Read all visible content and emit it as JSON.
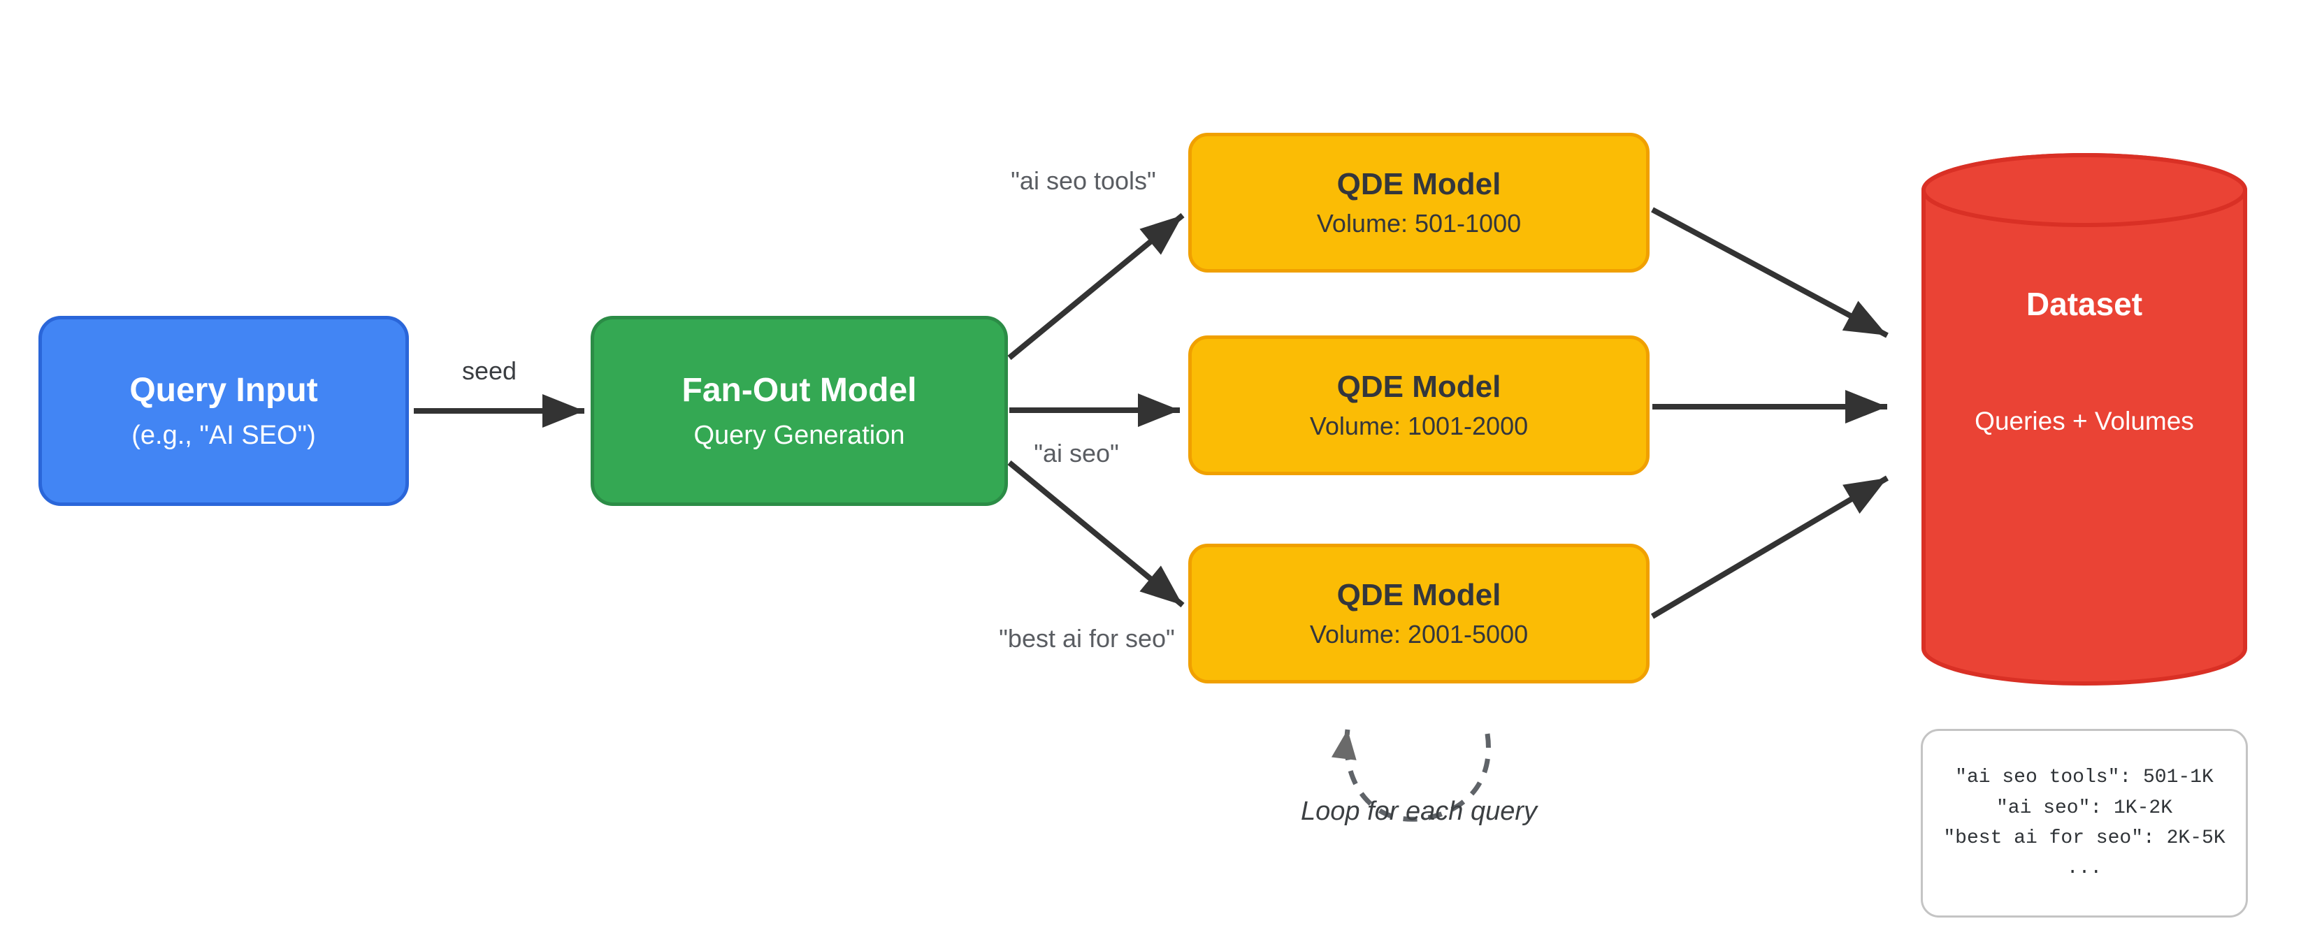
{
  "nodes": {
    "query_input": {
      "title": "Query Input",
      "subtitle": "(e.g., \"AI SEO\")"
    },
    "fan_out": {
      "title": "Fan-Out Model",
      "subtitle": "Query Generation"
    },
    "qde_1": {
      "title": "QDE Model",
      "subtitle": "Volume: 501-1000"
    },
    "qde_2": {
      "title": "QDE Model",
      "subtitle": "Volume: 1001-2000"
    },
    "qde_3": {
      "title": "QDE Model",
      "subtitle": "Volume: 2001-5000"
    },
    "dataset": {
      "title": "Dataset",
      "subtitle": "Queries + Volumes"
    }
  },
  "edge_labels": {
    "seed": "seed",
    "to_qde_1": "\"ai seo tools\"",
    "to_qde_2": "\"ai seo\"",
    "to_qde_3": "\"best ai for seo\""
  },
  "loop_note": "Loop for each query",
  "dataset_sample": {
    "lines": [
      "\"ai seo tools\": 501-1K",
      "\"ai seo\": 1K-2K",
      "\"best ai for seo\": 2K-5K",
      "..."
    ]
  },
  "colors": {
    "query_input_fill": "#4285F4",
    "fan_out_fill": "#34A853",
    "qde_fill": "#FBBC05",
    "dataset_fill": "#EA4335",
    "dataset_stroke": "#d93025",
    "arrow": "#333333",
    "loop_arrow": "#6a6a6a",
    "edge_label_text": "#5a5d62",
    "code_border": "#c4c4c4"
  }
}
